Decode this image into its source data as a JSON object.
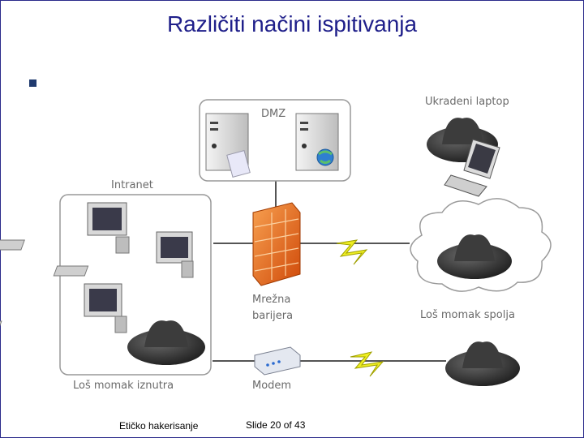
{
  "slide": {
    "title": "Različiti načini ispitivanja",
    "footer_left": "Etičko hakerisanje",
    "footer_right": "Slide 20 of 43"
  },
  "diagram": {
    "dmz_label": "DMZ",
    "intranet_label": "Intranet",
    "stolen_laptop_label": "Ukradeni laptop",
    "firewall_label_line1": "Mrežna",
    "firewall_label_line2": "barijera",
    "outside_attacker_label": "Loš momak spolja",
    "inside_attacker_label": "Loš momak iznutra",
    "modem_label": "Modem"
  },
  "colors": {
    "title": "#1f1f8a",
    "firewall": "#e86a1a",
    "lightning": "#e8e820",
    "hat": "#2f2f2f"
  }
}
